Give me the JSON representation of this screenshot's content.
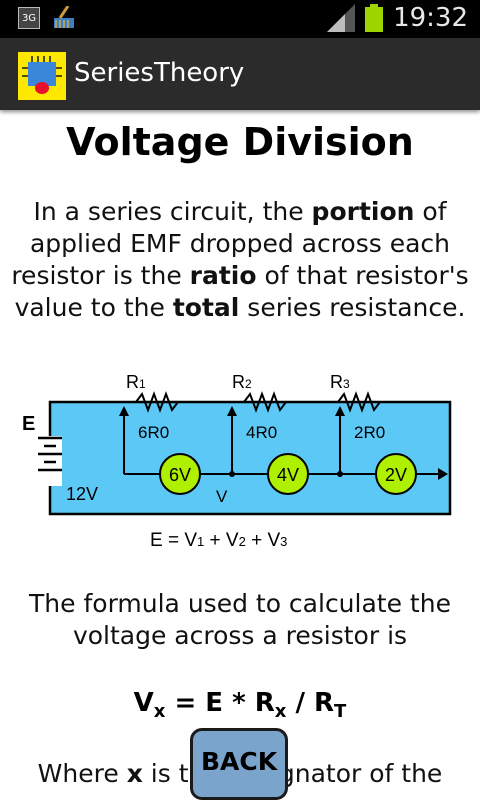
{
  "status_bar": {
    "network_label": "3G",
    "time": "19:32"
  },
  "app_bar": {
    "title": "SeriesTheory"
  },
  "page": {
    "heading": "Voltage Division",
    "intro": {
      "t1": "In a series circuit, the ",
      "b1": "portion",
      "t2": " of applied EMF dropped across each resistor is the ",
      "b2": "ratio",
      "t3": " of that resistor's value to the ",
      "b3": "total",
      "t4": " series resistance."
    },
    "circuit": {
      "source_label": "E",
      "source_voltage": "12V",
      "resistor_1": "R",
      "resistor_1_sub": "1",
      "resistor_2": "R",
      "resistor_2_sub": "2",
      "resistor_3": "R",
      "resistor_3_sub": "3",
      "value_1": "6R0",
      "value_2": "4R0",
      "value_3": "2R0",
      "meter_1": "6V",
      "meter_2": "4V",
      "meter_3": "2V",
      "meter_letter": "V",
      "equation_parts": [
        "E = V",
        "1",
        " + V",
        "2",
        " + V",
        "3"
      ]
    },
    "formula_intro": "The formula used to calculate the voltage across a resistor is",
    "formula": {
      "v": "V",
      "x1": "x",
      "eq": " = E * R",
      "x2": "x",
      "div": " / R",
      "t": "T"
    },
    "designator": {
      "t1": "Where ",
      "b": "x",
      "t2": " is the designator of the"
    }
  },
  "back_button": {
    "label": "BACK"
  },
  "colors": {
    "circuit_fill": "#5bc8f5",
    "meter_fill": "#aef000",
    "button_fill": "#7aa4cc",
    "app_icon_bg": "#ffe800"
  }
}
